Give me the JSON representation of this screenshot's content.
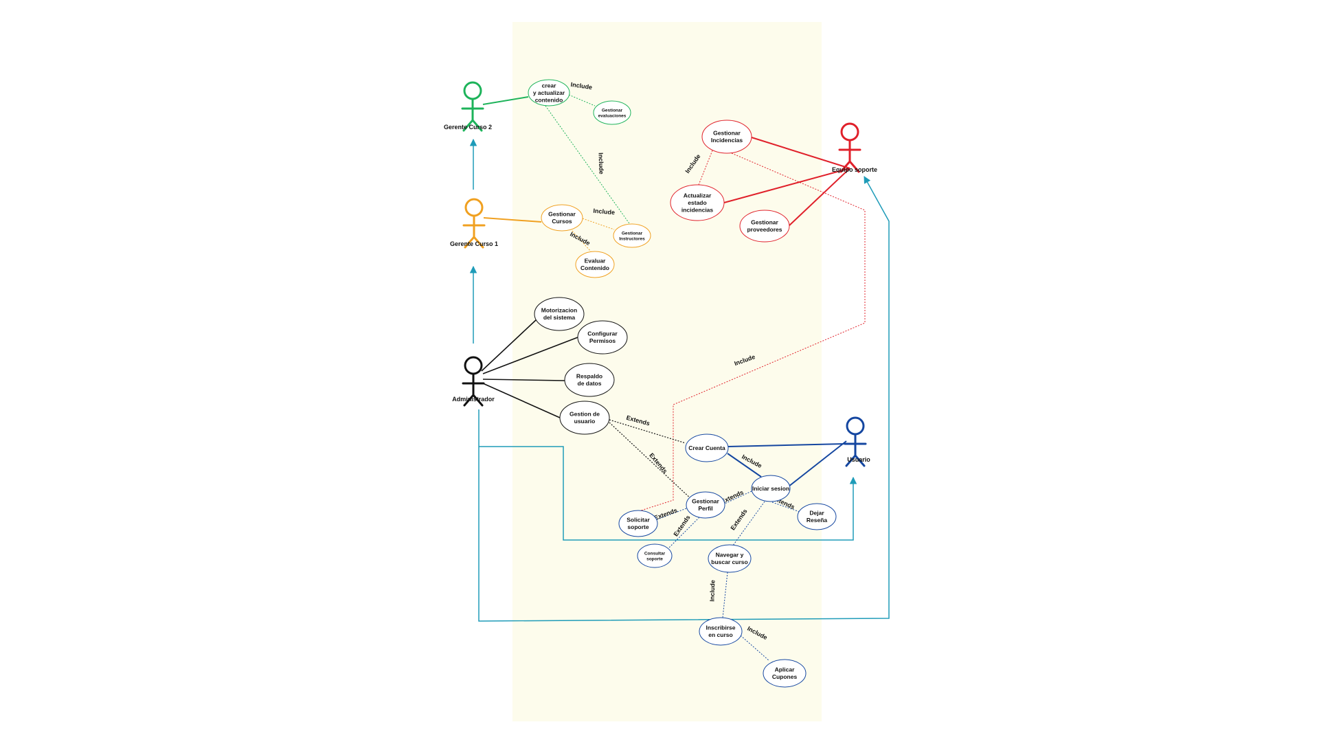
{
  "colors": {
    "green": "#1db35a",
    "orange": "#f0a020",
    "red": "#e0202a",
    "black": "#111111",
    "blue": "#1446a0",
    "teal": "#1e9bb8",
    "boundary": "#fdfcec"
  },
  "actors": [
    {
      "id": "gerente2",
      "label": "Gerente Curso 2",
      "color": "green"
    },
    {
      "id": "gerente1",
      "label": "Gerente Curso 1",
      "color": "orange"
    },
    {
      "id": "admin",
      "label": "Administrador",
      "color": "black"
    },
    {
      "id": "soporte",
      "label": "Equipo soporte",
      "color": "red"
    },
    {
      "id": "usuario",
      "label": "Usuario",
      "color": "blue"
    }
  ],
  "usecases": [
    {
      "id": "crear_contenido",
      "lines": [
        "crear",
        "y actualizar",
        "contenido"
      ],
      "color": "green",
      "small": false
    },
    {
      "id": "gest_eval",
      "lines": [
        "Gestionar",
        "evaluaciones"
      ],
      "color": "green",
      "small": true
    },
    {
      "id": "gest_cursos",
      "lines": [
        "Gestionar",
        "Cursos"
      ],
      "color": "orange",
      "small": false
    },
    {
      "id": "gest_instr",
      "lines": [
        "Gestionar",
        "Instructores"
      ],
      "color": "orange",
      "small": true
    },
    {
      "id": "evaluar",
      "lines": [
        "Evaluar",
        "Contenido"
      ],
      "color": "orange",
      "small": false
    },
    {
      "id": "gest_inc",
      "lines": [
        "Gestionar",
        "Incidencias"
      ],
      "color": "red",
      "small": false
    },
    {
      "id": "act_estado",
      "lines": [
        "Actualizar",
        "estado",
        "incidencias"
      ],
      "color": "red",
      "small": false
    },
    {
      "id": "gest_prov",
      "lines": [
        "Gestionar",
        "proveedores"
      ],
      "color": "red",
      "small": false
    },
    {
      "id": "motor",
      "lines": [
        "Motorizacion",
        "del sistema"
      ],
      "color": "black",
      "small": false
    },
    {
      "id": "config",
      "lines": [
        "Configurar",
        "Permisos"
      ],
      "color": "black",
      "small": false
    },
    {
      "id": "respaldo",
      "lines": [
        "Respaldo",
        "de datos"
      ],
      "color": "black",
      "small": false
    },
    {
      "id": "gest_usuario",
      "lines": [
        "Gestion de",
        "usuario"
      ],
      "color": "black",
      "small": false
    },
    {
      "id": "crear_cuenta",
      "lines": [
        "Crear Cuenta"
      ],
      "color": "blue",
      "small": false
    },
    {
      "id": "iniciar",
      "lines": [
        "Iniciar sesion"
      ],
      "color": "blue",
      "small": false
    },
    {
      "id": "gest_perfil",
      "lines": [
        "Gestionar",
        "Perfil"
      ],
      "color": "blue",
      "small": false
    },
    {
      "id": "solicitar",
      "lines": [
        "Solicitar",
        "soporte"
      ],
      "color": "blue",
      "small": false
    },
    {
      "id": "dejar",
      "lines": [
        "Dejar",
        "Reseña"
      ],
      "color": "blue",
      "small": false
    },
    {
      "id": "consultar",
      "lines": [
        "Consultar",
        "soporte"
      ],
      "color": "blue",
      "small": true
    },
    {
      "id": "navegar",
      "lines": [
        "Navegar y",
        "buscar curso"
      ],
      "color": "blue",
      "small": false
    },
    {
      "id": "inscribirse",
      "lines": [
        "Inscribirse",
        "en curso"
      ],
      "color": "blue",
      "small": false
    },
    {
      "id": "cupones",
      "lines": [
        "Aplicar",
        "Cupones"
      ],
      "color": "blue",
      "small": false
    }
  ],
  "relations": [
    {
      "id": "r1",
      "label": "Include"
    },
    {
      "id": "r2",
      "label": "Include"
    },
    {
      "id": "r3",
      "label": "Include"
    },
    {
      "id": "r4",
      "label": "Include"
    },
    {
      "id": "r5",
      "label": "Include"
    },
    {
      "id": "r6",
      "label": "Include"
    },
    {
      "id": "r7",
      "label": "Extends"
    },
    {
      "id": "r8",
      "label": "Extends"
    },
    {
      "id": "r9",
      "label": "Include"
    },
    {
      "id": "r10",
      "label": "Extends"
    },
    {
      "id": "r11",
      "label": "Extends"
    },
    {
      "id": "r12",
      "label": "Extends"
    },
    {
      "id": "r13",
      "label": "Extends"
    },
    {
      "id": "r14",
      "label": "Extends"
    },
    {
      "id": "r15",
      "label": "Include"
    },
    {
      "id": "r16",
      "label": "Include"
    }
  ]
}
